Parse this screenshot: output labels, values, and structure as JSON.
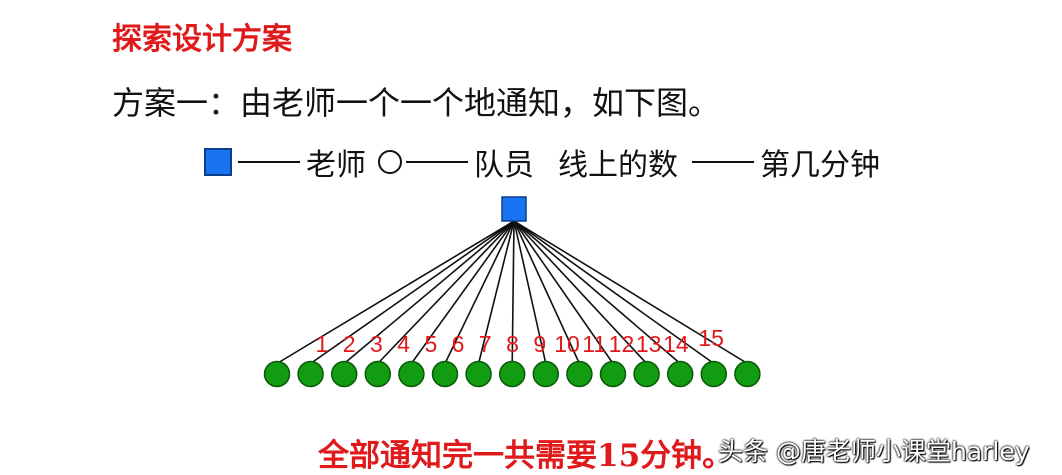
{
  "section_title": "探索设计方案",
  "plan_text": "方案一：由老师一个一个地通知，如下图。",
  "legend": {
    "teacher_label": "老师",
    "member_label": "队员",
    "line_number_label": "线上的数",
    "minute_label": "第几分钟"
  },
  "diagram": {
    "teacher_color": "#1874f0",
    "member_color": "#129c12",
    "label_color": "#e0191b",
    "line_labels": [
      "1",
      "2",
      "3",
      "4",
      "5",
      "6",
      "7",
      "8",
      "9",
      "10",
      "11",
      "12",
      "13",
      "14",
      "15"
    ]
  },
  "summary": "全部通知完一共需要15分钟。",
  "watermark": "头条 @唐老师小课堂harley"
}
